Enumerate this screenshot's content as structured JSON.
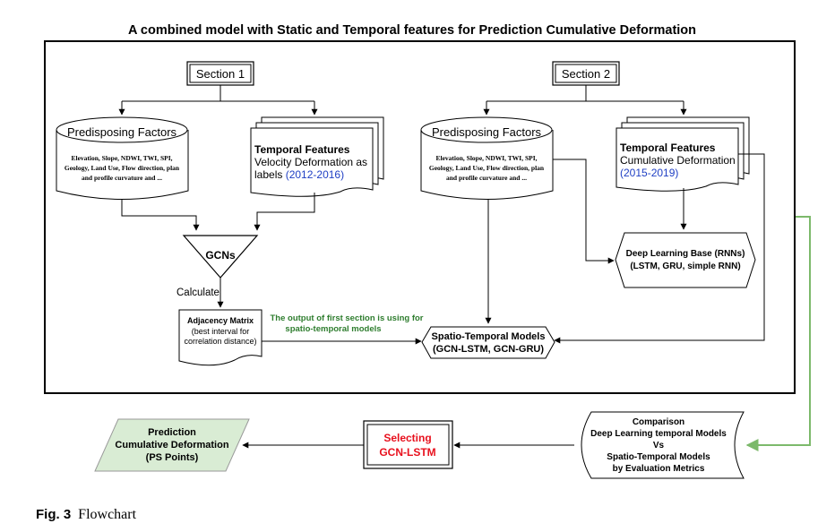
{
  "title": "A combined model with Static and Temporal features for Prediction Cumulative Deformation",
  "section1": {
    "label": "Section 1",
    "predisposing": {
      "heading": "Predisposing Factors",
      "lines": [
        "Elevation, Slope, NDWI, TWI, SPI,",
        "Geology, Land Use, Flow direction, plan",
        "and profile curvature and ..."
      ]
    },
    "temporal": {
      "heading": "Temporal Features",
      "line1": "Velocity Deformation as",
      "line2": "labels",
      "years": "(2012-2016)"
    },
    "gcn_label": "GCNs",
    "calculate_label": "Calculate",
    "adjacency": {
      "title": "Adjacency Matrix",
      "line1": "(best interval for",
      "line2": "correlation distance)"
    }
  },
  "section2": {
    "label": "Section 2",
    "predisposing": {
      "heading": "Predisposing Factors",
      "lines": [
        "Elevation, Slope, NDWI, TWI, SPI,",
        "Geology, Land Use, Flow direction, plan",
        "and profile curvature and ..."
      ]
    },
    "temporal": {
      "heading": "Temporal Features",
      "line1": "Cumulative Deformation",
      "years": "(2015-2019)"
    },
    "deep_learning": {
      "line1": "Deep Learning Base (RNNs)",
      "line2": "(LSTM, GRU, simple RNN)"
    }
  },
  "output_note": {
    "line1": "The output of first section  is using for",
    "line2": "spatio-temporal models"
  },
  "spatio_temporal": {
    "line1": "Spatio-Temporal Models",
    "line2": "(GCN-LSTM, GCN-GRU)"
  },
  "comparison": {
    "lines": [
      "Comparison",
      "Deep Learning temporal Models",
      "Vs",
      "Spatio-Temporal Models",
      "by Evaluation Metrics"
    ]
  },
  "selecting": {
    "line1": "Selecting",
    "line2": "GCN-LSTM"
  },
  "prediction": {
    "line1": "Prediction",
    "line2": "Cumulative Deformation",
    "line3": "(PS Points)"
  },
  "caption": {
    "fig": "Fig. 3",
    "text": "Flowchart"
  },
  "colors": {
    "green_text": "#2e7d2e",
    "green_arrow": "#7cb96b",
    "blue_years": "#1f3fc4",
    "red_text": "#e8101d",
    "prediction_fill": "#d9ecd4"
  }
}
